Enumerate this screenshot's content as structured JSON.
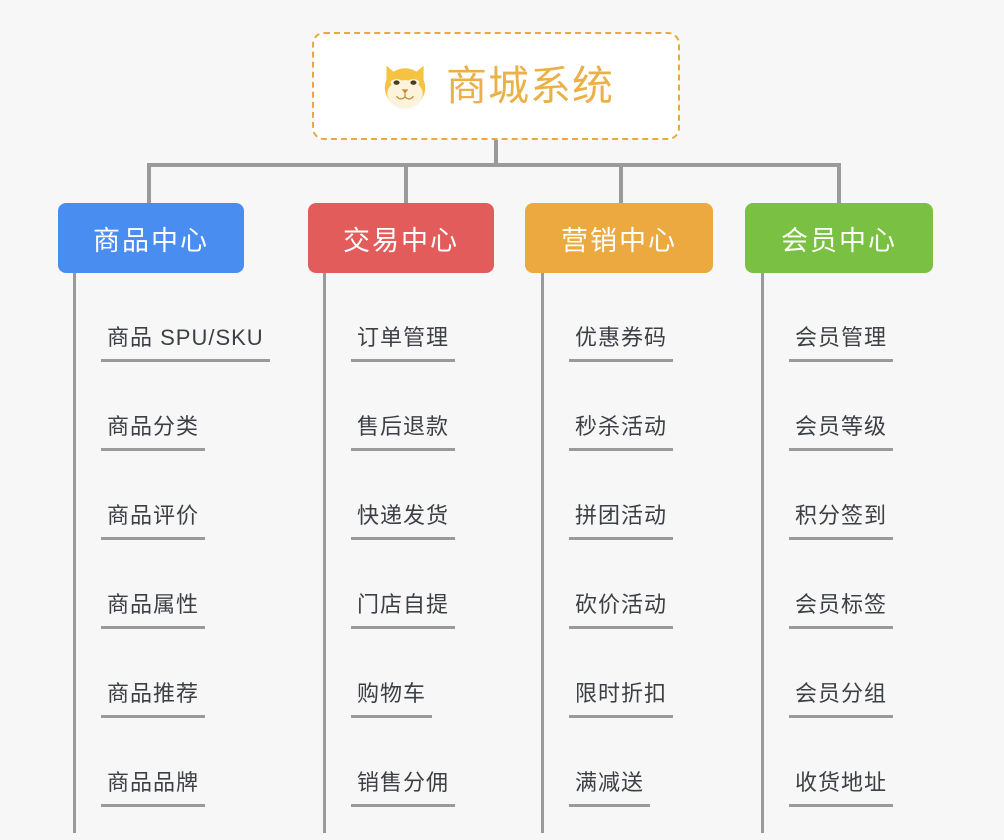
{
  "page": {
    "background_color": "#f7f7f7",
    "connector_color": "#9a9a9a"
  },
  "root": {
    "title": "商城系统",
    "icon": "shiba-dog-emoji",
    "text_color": "#eab04a",
    "border_color": "#e9a940",
    "background_color": "#ffffff"
  },
  "categories": [
    {
      "label": "商品中心",
      "color": "#4a8df0",
      "items": [
        "商品 SPU/SKU",
        "商品分类",
        "商品评价",
        "商品属性",
        "商品推荐",
        "商品品牌"
      ]
    },
    {
      "label": "交易中心",
      "color": "#e25c5c",
      "items": [
        "订单管理",
        "售后退款",
        "快递发货",
        "门店自提",
        "购物车",
        "销售分佣"
      ]
    },
    {
      "label": "营销中心",
      "color": "#eba93f",
      "items": [
        "优惠券码",
        "秒杀活动",
        "拼团活动",
        "砍价活动",
        "限时折扣",
        "满减送"
      ]
    },
    {
      "label": "会员中心",
      "color": "#7ac143",
      "items": [
        "会员管理",
        "会员等级",
        "积分签到",
        "会员标签",
        "会员分组",
        "收货地址"
      ]
    }
  ]
}
